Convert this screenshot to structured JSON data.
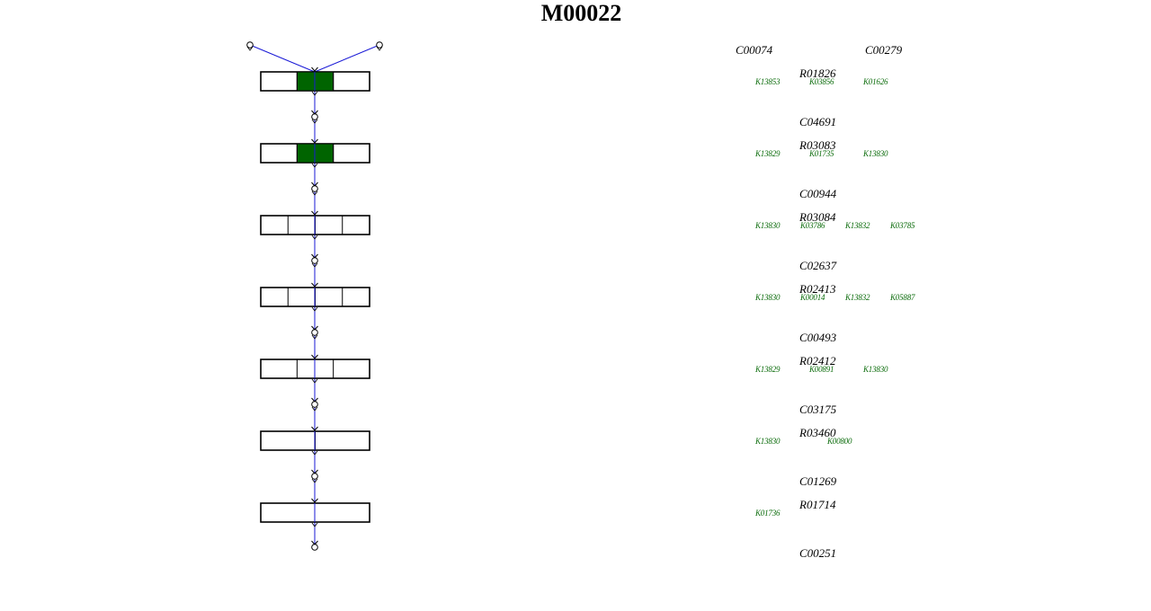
{
  "title": "M00022",
  "colors": {
    "edge": "#1a1ad6",
    "box_border": "#000000",
    "highlight": "#006400",
    "ko_text": "#0a6b0a"
  },
  "diagram": {
    "start_compounds": [
      "C00074",
      "C00279"
    ],
    "steps": [
      {
        "reaction": "R01826",
        "kos": [
          "K13853",
          "K03856",
          "K01626"
        ],
        "highlighted": 1,
        "product": "C04691"
      },
      {
        "reaction": "R03083",
        "kos": [
          "K13829",
          "K01735",
          "K13830"
        ],
        "highlighted": 1,
        "product": "C00944"
      },
      {
        "reaction": "R03084",
        "kos": [
          "K13830",
          "K03786",
          "K13832",
          "K03785"
        ],
        "highlighted": -1,
        "product": "C02637"
      },
      {
        "reaction": "R02413",
        "kos": [
          "K13830",
          "K00014",
          "K13832",
          "K05887"
        ],
        "highlighted": -1,
        "product": "C00493"
      },
      {
        "reaction": "R02412",
        "kos": [
          "K13829",
          "K00891",
          "K13830"
        ],
        "highlighted": -1,
        "product": "C03175"
      },
      {
        "reaction": "R03460",
        "kos": [
          "K13830",
          "K00800"
        ],
        "highlighted": -1,
        "product": "C01269"
      },
      {
        "reaction": "R01714",
        "kos": [
          "K01736"
        ],
        "highlighted": -1,
        "product": "C00251"
      }
    ]
  }
}
